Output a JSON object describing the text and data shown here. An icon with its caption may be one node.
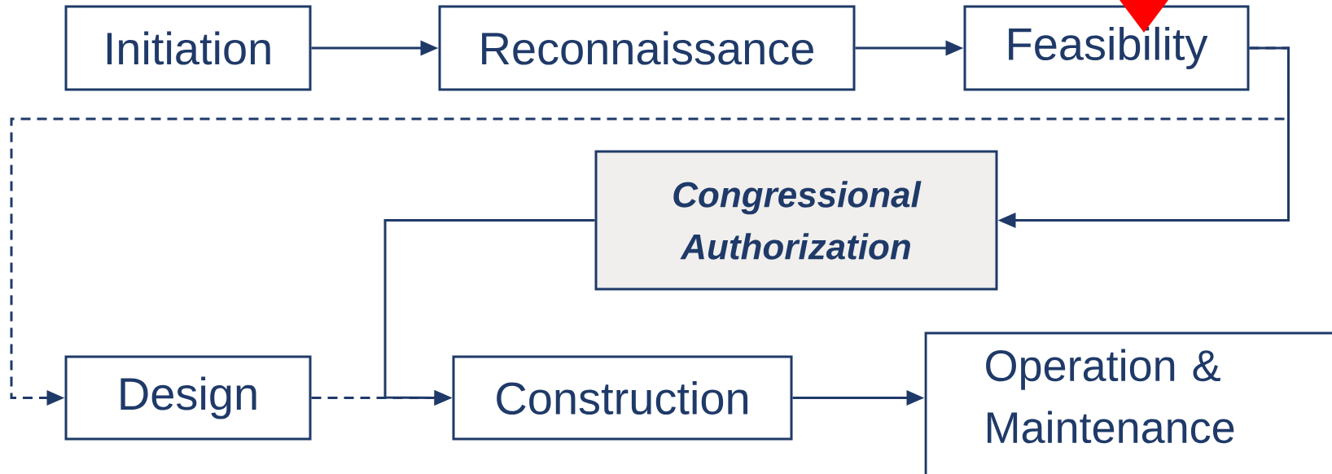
{
  "diagram": {
    "nodes": [
      {
        "text": [
          "Initiation"
        ]
      },
      {
        "text": [
          "Reconnaissance"
        ]
      },
      {
        "text": [
          "Feasibility"
        ]
      },
      {
        "text": [
          "Congressional Authorization"
        ]
      },
      {
        "text": [
          "Design"
        ]
      },
      {
        "text": [
          "Construction"
        ]
      },
      {
        "text": [
          "Operation & Maintenance"
        ]
      }
    ],
    "edges": [
      {
        "from": 0,
        "to": 1,
        "arrow": "to"
      },
      {
        "from": 1,
        "to": 2,
        "arrow": "to"
      },
      {
        "from": 2,
        "to": 3,
        "arrow": "to"
      },
      {
        "from": 2,
        "to": 4,
        "arrow": "to",
        "style": "dashed"
      },
      {
        "from": 3,
        "to": 5,
        "arrow": "to"
      },
      {
        "from": 4,
        "to": 5,
        "arrow": "to",
        "style": "dashed"
      },
      {
        "from": 5,
        "to": 6,
        "arrow": "to"
      }
    ]
  }
}
